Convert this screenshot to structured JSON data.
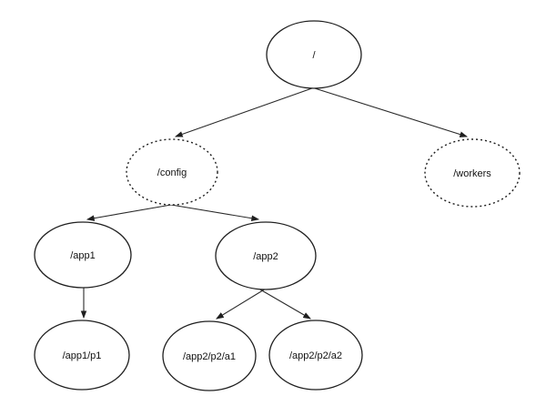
{
  "diagram": {
    "kind": "tree",
    "background_color": "#ffffff",
    "stroke_color": "#1f1f1f",
    "text_color": "#111111",
    "nodes": [
      {
        "id": "root",
        "label": "/",
        "border": "solid"
      },
      {
        "id": "config",
        "label": "/config",
        "border": "dotted"
      },
      {
        "id": "workers",
        "label": "/workers",
        "border": "dotted"
      },
      {
        "id": "app1",
        "label": "/app1",
        "border": "solid"
      },
      {
        "id": "app2",
        "label": "/app2",
        "border": "solid"
      },
      {
        "id": "app1_p1",
        "label": "/app1/p1",
        "border": "solid"
      },
      {
        "id": "app2_p2_a1",
        "label": "/app2/p2/a1",
        "border": "solid"
      },
      {
        "id": "app2_p2_a2",
        "label": "/app2/p2/a2",
        "border": "solid"
      }
    ],
    "edges": [
      {
        "from": "/",
        "to": "/config"
      },
      {
        "from": "/",
        "to": "/workers"
      },
      {
        "from": "/config",
        "to": "/app1"
      },
      {
        "from": "/config",
        "to": "/app2"
      },
      {
        "from": "/app1",
        "to": "/app1/p1"
      },
      {
        "from": "/app2",
        "to": "/app2/p2/a1"
      },
      {
        "from": "/app2",
        "to": "/app2/p2/a2"
      }
    ]
  }
}
